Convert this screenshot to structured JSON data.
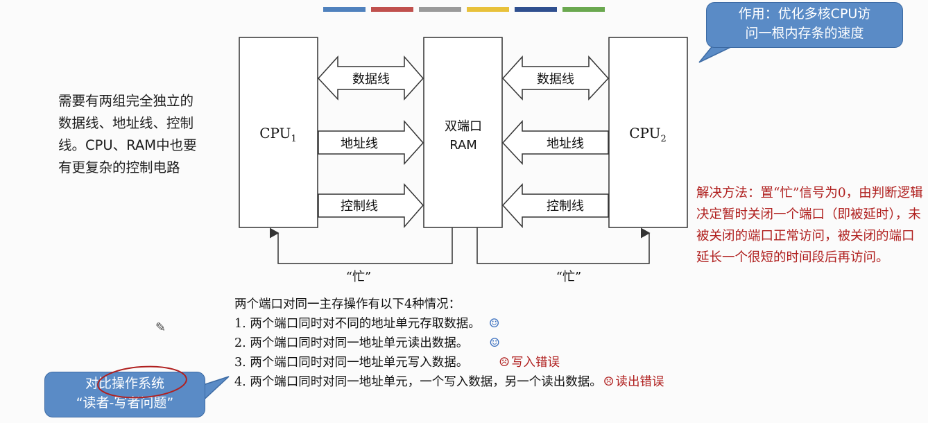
{
  "top_bar_colors": [
    "#4f81bd",
    "#c0504d",
    "#9a9a9a",
    "#e8c13a",
    "#2f4f8f",
    "#6aa84f"
  ],
  "diagram": {
    "cpu1_label": "CPU",
    "cpu1_sub": "1",
    "cpu2_label": "CPU",
    "cpu2_sub": "2",
    "ram_line1": "双端口",
    "ram_line2": "RAM",
    "left_lines": [
      "数据线",
      "地址线",
      "控制线"
    ],
    "right_lines": [
      "数据线",
      "地址线",
      "控制线"
    ],
    "busy_left": "“忙”",
    "busy_right": "“忙”"
  },
  "side_note": "需要有两组完全独立的数据线、地址线、控制线。CPU、RAM中也要有更复杂的控制电路",
  "callout_top": {
    "line1": "作用：优化多核CPU访",
    "line2": "问一根内存条的速度"
  },
  "solution": "解决方法：置“忙”信号为0，由判断逻辑决定暂时关闭一个端口（即被延时），未被关闭的端口正常访问，被关闭的端口延长一个很短的时间段后再访问。",
  "cases": {
    "intro": "两个端口对同一主存操作有以下4种情况：",
    "items": [
      {
        "text": "1. 两个端口同时对不同的地址单元存取数据。",
        "mark": "☺",
        "note": ""
      },
      {
        "text": "2. 两个端口同时对同一地址单元读出数据。",
        "mark": "☺",
        "note": ""
      },
      {
        "text": "3. 两个端口同时对同一地址单元写入数据。",
        "mark": "☹",
        "note": "写入错误"
      },
      {
        "text": "4. 两个端口同时对同一地址单元，一个写入数据，另一个读出数据。",
        "mark": "☹",
        "note": "读出错误"
      }
    ]
  },
  "callout_bottom": {
    "line1": "对比操作系统",
    "line2": "“读者-写者问题”"
  },
  "colors": {
    "callout_fill": "#5a8bc6",
    "solution_text": "#b0201f",
    "annotation_red": "#b0201f",
    "smile_blue": "#3a6fbf"
  }
}
